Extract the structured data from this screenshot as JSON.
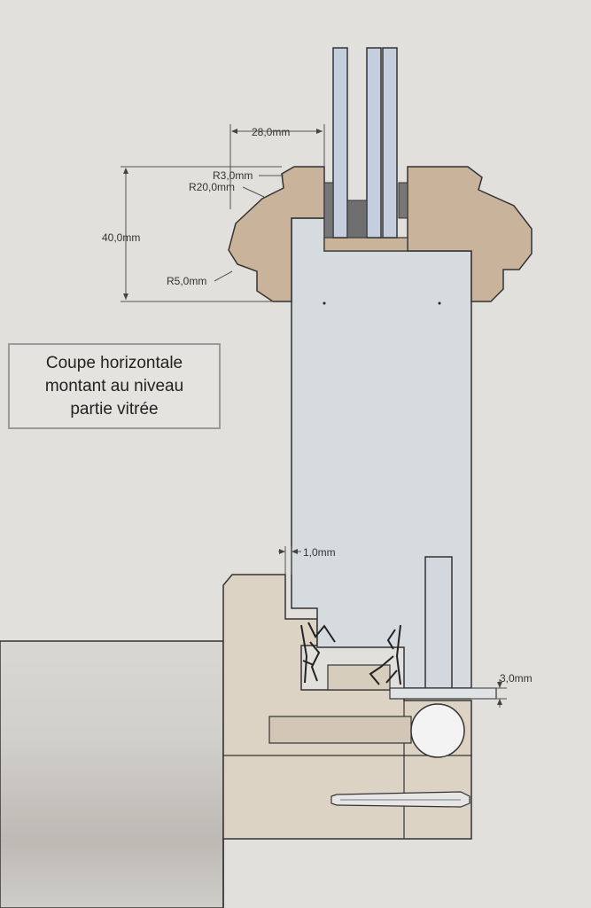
{
  "caption": {
    "line1": "Coupe horizontale",
    "line2": "montant au niveau",
    "line3": "partie vitrée"
  },
  "dimensions": {
    "width_top": "28,0mm",
    "radius_small": "R3,0mm",
    "radius_large": "R20,0mm",
    "height_profile": "40,0mm",
    "radius_bottom": "R5,0mm",
    "gap_left": "1,0mm",
    "gap_right": "3,0mm"
  },
  "colors": {
    "background": "#e1e0dc",
    "wood": "#c9b39a",
    "frame_wood": "#dcd3c5",
    "glass": "#c4cede",
    "sash": "#d6dbe0",
    "outline": "#333333"
  }
}
